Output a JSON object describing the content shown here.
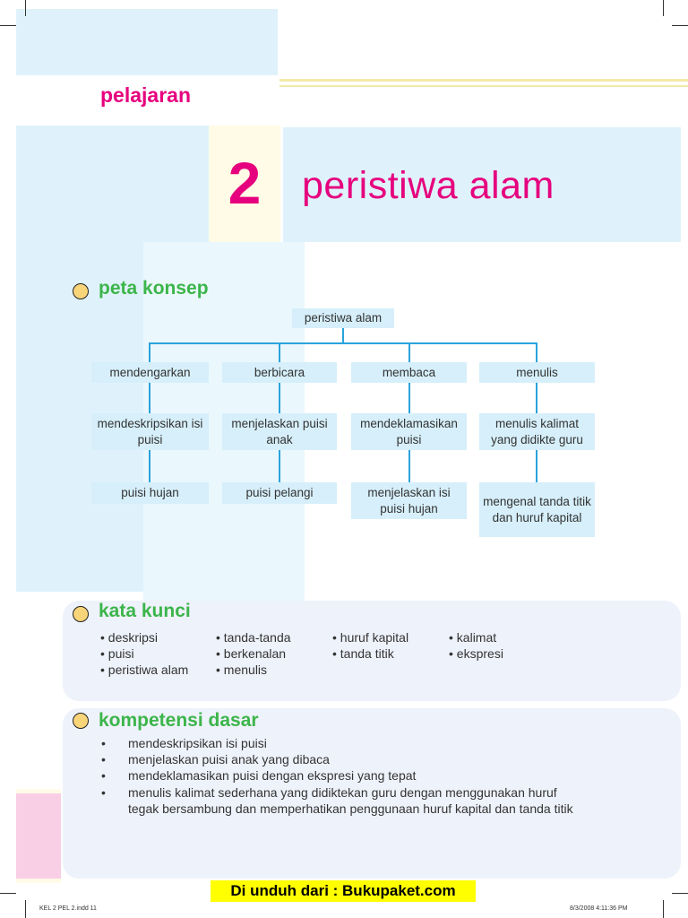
{
  "header": {
    "label": "pelajaran",
    "chapter_number": "2",
    "chapter_title": "peristiwa alam"
  },
  "concept_map": {
    "title": "peta konsep",
    "root": "peristiwa alam",
    "branches": [
      {
        "topic": "mendengarkan",
        "skill": "mendeskripsikan isi puisi",
        "material": "puisi hujan"
      },
      {
        "topic": "berbicara",
        "skill": "menjelaskan puisi anak",
        "material": "puisi pelangi"
      },
      {
        "topic": "membaca",
        "skill": "mendeklamasikan puisi",
        "material": "menjelaskan isi puisi hujan"
      },
      {
        "topic": "menulis",
        "skill": "menulis kalimat yang didikte guru",
        "material": "mengenal tanda titik dan huruf kapital"
      }
    ]
  },
  "keywords": {
    "title": "kata kunci",
    "columns": [
      [
        "deskripsi",
        "puisi",
        "peristiwa alam"
      ],
      [
        "tanda-tanda",
        "berkenalan",
        "menulis"
      ],
      [
        "huruf kapital",
        "tanda titik"
      ],
      [
        "kalimat",
        "ekspresi"
      ]
    ]
  },
  "competencies": {
    "title": "kompetensi dasar",
    "items": [
      "mendeskripsikan isi puisi",
      "menjelaskan puisi anak yang dibaca",
      "mendeklamasikan puisi dengan ekspresi yang tepat",
      "menulis kalimat sederhana yang didiktekan guru dengan menggunakan huruf tegak bersambung dan memperhatikan penggunaan huruf kapital dan tanda titik"
    ]
  },
  "footer": {
    "banner": "Di unduh dari : Bukupaket.com",
    "file_slug": "KEL 2 PEL 2.indd   11",
    "date_slug": "8/3/2008   4:11:36 PM"
  }
}
